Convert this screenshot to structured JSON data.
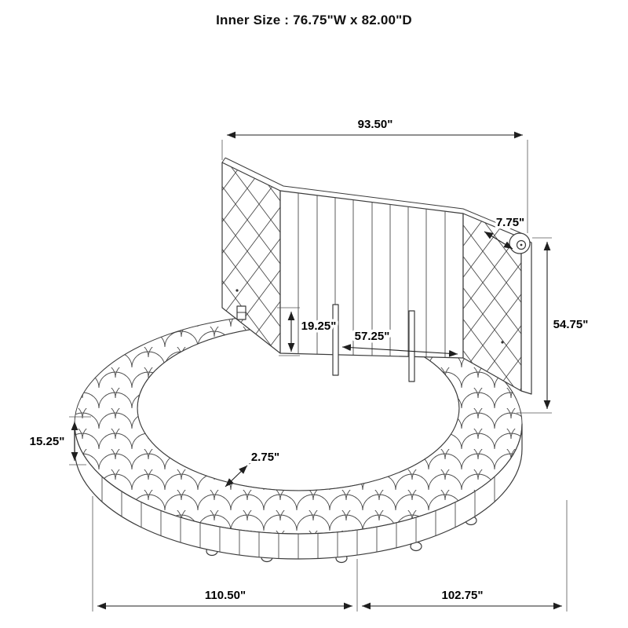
{
  "title": "Inner Size : 76.75\"W x 82.00\"D",
  "dims": {
    "headboard_width": "93.50\"",
    "scroll_depth": "7.75\"",
    "headboard_height": "54.75\"",
    "headboard_clearance": "19.25\"",
    "inner_width": "57.25\"",
    "rail_height": "15.25\"",
    "tuft_depth": "2.75\"",
    "overall_width": "110.50\"",
    "overall_depth": "102.75\""
  },
  "colors": {
    "line": "#3b3b3b",
    "text": "#000000",
    "background": "#ffffff"
  }
}
